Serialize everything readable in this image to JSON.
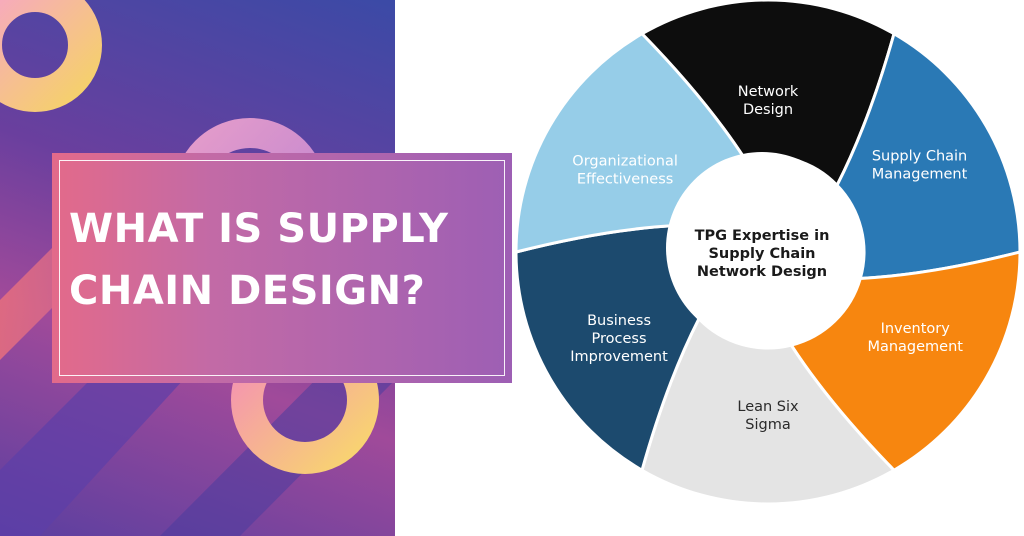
{
  "banner": {
    "title_line1": "WHAT IS SUPPLY",
    "title_line2": "CHAIN DESIGN?"
  },
  "diagram": {
    "center": {
      "line1": "TPG Expertise in",
      "line2": "Supply Chain",
      "line3": "Network Design"
    },
    "segments": [
      {
        "id": "network-design",
        "lines": [
          "Network",
          "Design"
        ],
        "color": "#0d0d0d",
        "text_color": "#ffffff"
      },
      {
        "id": "supply-chain-management",
        "lines": [
          "Supply Chain",
          "Management"
        ],
        "color": "#2a79b5",
        "text_color": "#ffffff"
      },
      {
        "id": "inventory-management",
        "lines": [
          "Inventory",
          "Management"
        ],
        "color": "#f7860f",
        "text_color": "#ffffff"
      },
      {
        "id": "lean-six-sigma",
        "lines": [
          "Lean Six",
          "Sigma"
        ],
        "color": "#e4e4e4",
        "text_color": "#2b2b2b"
      },
      {
        "id": "business-process-improvement",
        "lines": [
          "Business",
          "Process",
          "Improvement"
        ],
        "color": "#1c4a6e",
        "text_color": "#ffffff"
      },
      {
        "id": "organizational-effectiveness",
        "lines": [
          "Organizational",
          "Effectiveness"
        ],
        "color": "#96cde8",
        "text_color": "#ffffff"
      }
    ]
  }
}
